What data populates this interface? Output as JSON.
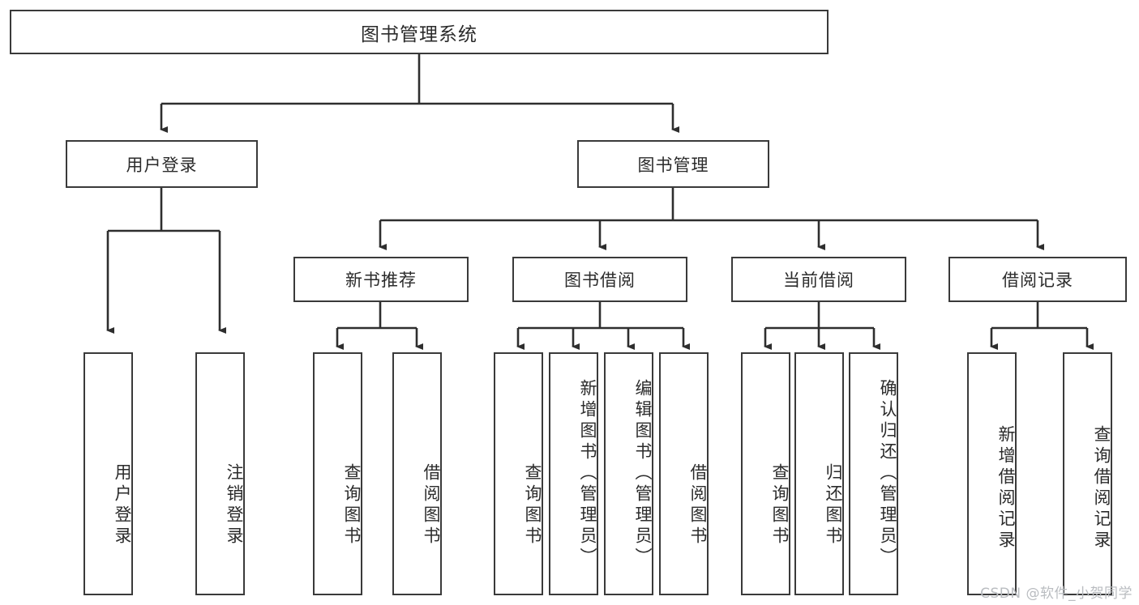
{
  "diagram": {
    "title": "图书管理系统",
    "type": "hierarchy-tree",
    "background_color": "#ffffff",
    "line_color": "#3a3a3a",
    "text_color": "#2b2b2b",
    "watermark": "CSDN @软件_小贺同学"
  },
  "root": {
    "label": "图书管理系统"
  },
  "level1": [
    {
      "label": "用户登录"
    },
    {
      "label": "图书管理"
    }
  ],
  "level2": [
    {
      "label": "新书推荐"
    },
    {
      "label": "图书借阅"
    },
    {
      "label": "当前借阅"
    },
    {
      "label": "借阅记录"
    }
  ],
  "leaves": {
    "user_login": [
      {
        "label": "用户登录"
      },
      {
        "label": "注销登录"
      }
    ],
    "new_book_recommend": [
      {
        "label": "查询图书"
      },
      {
        "label": "借阅图书"
      }
    ],
    "book_borrow": [
      {
        "label": "查询图书"
      },
      {
        "label": "新增图书（管理员）"
      },
      {
        "label": "编辑图书（管理员）"
      },
      {
        "label": "借阅图书"
      }
    ],
    "current_borrow": [
      {
        "label": "查询图书"
      },
      {
        "label": "归还图书"
      },
      {
        "label": "确认归还（管理员）"
      }
    ],
    "borrow_record": [
      {
        "label": "新增借阅记录"
      },
      {
        "label": "查询借阅记录"
      }
    ]
  }
}
